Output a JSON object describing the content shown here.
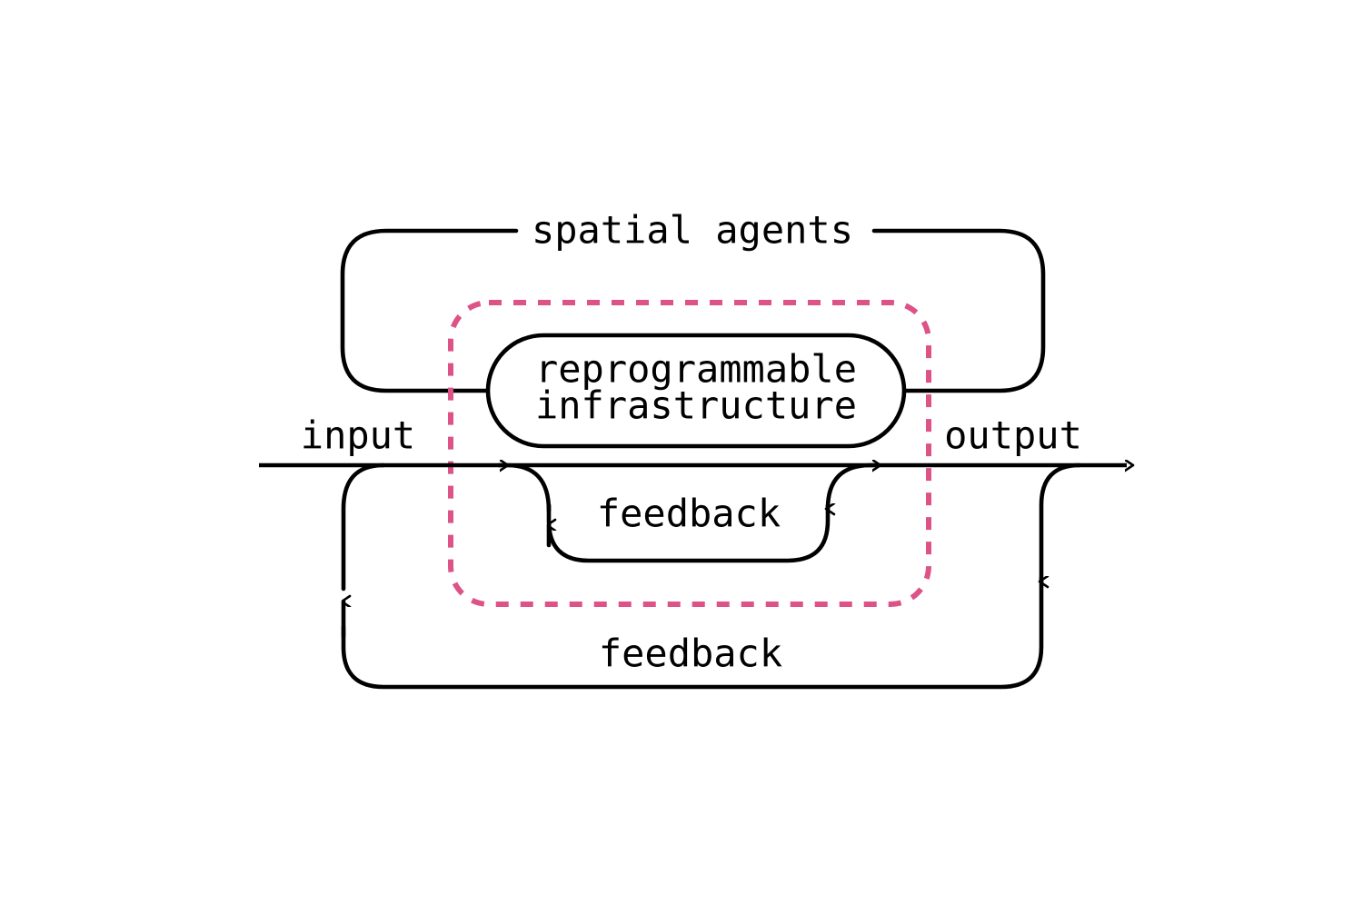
{
  "diagram": {
    "title": "spatial agents feedback control diagram",
    "background_color": "#ffffff",
    "line_color": "#000000",
    "accent_color": "#dd5287",
    "labels": {
      "spatial_agents": "spatial agents",
      "reprogrammable_infrastructure_line1": "reprogrammable",
      "reprogrammable_infrastructure_line2": "infrastructure",
      "input": "input",
      "output": "output",
      "inner_feedback": "feedback",
      "outer_feedback": "feedback"
    },
    "nodes": [
      {
        "id": "spatial-agents-loop",
        "label": "spatial agents",
        "shape": "rounded-rectangle",
        "stroke": "#000000",
        "stroke_style": "solid",
        "note": "outer upper loop whose top edge is interrupted by its label"
      },
      {
        "id": "reprogrammable-infrastructure",
        "label": "reprogrammable infrastructure",
        "shape": "pill",
        "stroke": "#000000",
        "stroke_style": "solid"
      },
      {
        "id": "boundary",
        "label": "",
        "shape": "rounded-rectangle",
        "stroke": "#dd5287",
        "stroke_style": "dashed",
        "note": "pink dashed boundary enclosing reprogrammable infrastructure and inner feedback"
      },
      {
        "id": "inner-feedback-loop",
        "label": "feedback",
        "shape": "rounded-rectangle",
        "stroke": "#000000",
        "stroke_style": "solid"
      },
      {
        "id": "outer-feedback-loop",
        "label": "feedback",
        "shape": "rounded-rectangle",
        "stroke": "#000000",
        "stroke_style": "solid"
      }
    ],
    "signal_flow": {
      "main_line_label_left": "input",
      "main_line_label_right": "output",
      "direction": "left-to-right",
      "arrowheads": 3
    }
  }
}
